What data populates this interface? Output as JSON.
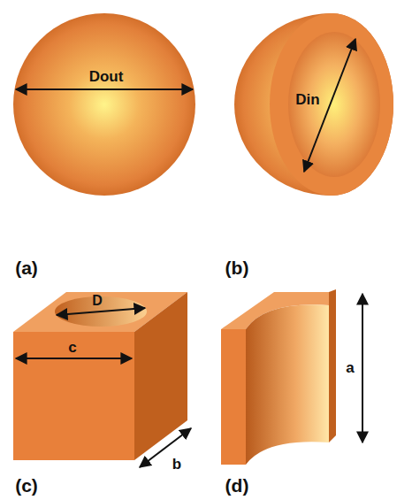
{
  "diagram": {
    "labels": [
      "Dout",
      "(a)",
      "Din",
      "(b)",
      "D",
      "c",
      "b",
      "(c)",
      "a",
      "(d)"
    ]
  }
}
